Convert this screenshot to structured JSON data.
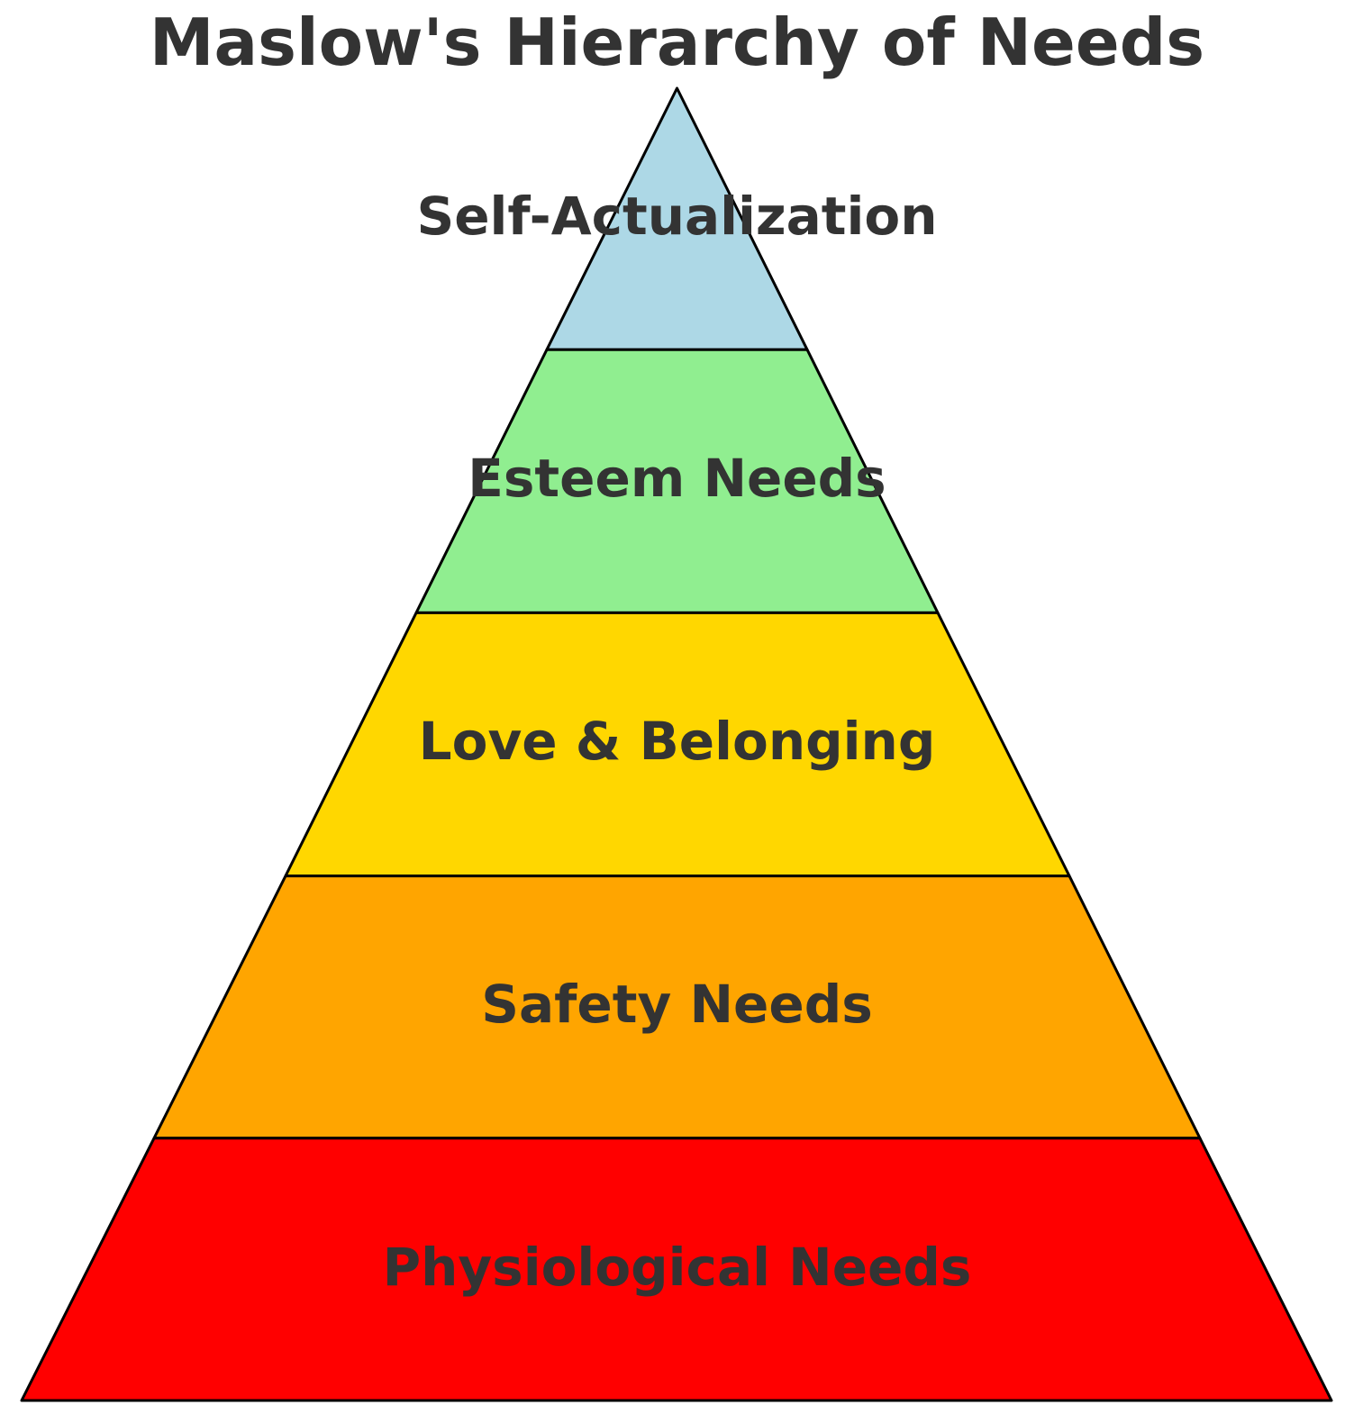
{
  "diagram": {
    "title": "Maslow's Hierarchy of Needs",
    "text_color": "#333333",
    "outline_color": "#000000",
    "levels": [
      {
        "label": "Self-Actualization",
        "color": "#add8e6"
      },
      {
        "label": "Esteem Needs",
        "color": "#90ee90"
      },
      {
        "label": "Love & Belonging",
        "color": "#ffd700"
      },
      {
        "label": "Safety Needs",
        "color": "#ffa500"
      },
      {
        "label": "Physiological Needs",
        "color": "#ff0000"
      }
    ]
  }
}
